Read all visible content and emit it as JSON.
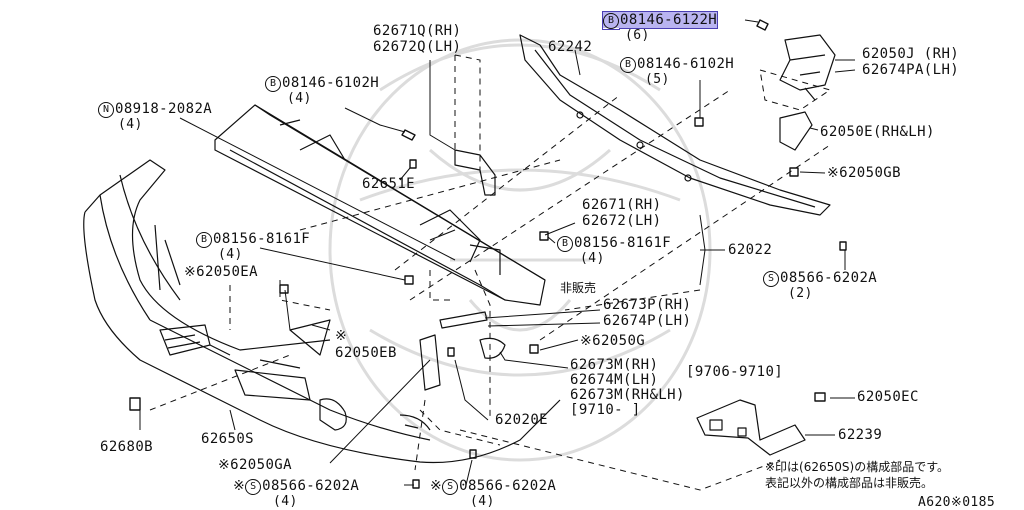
{
  "diagram": {
    "parts": [
      {
        "symbol": "B",
        "number": "08146-6122H",
        "qty": "(6)",
        "highlighted": true
      },
      {
        "number": "62242"
      },
      {
        "number": "62050J (RH)",
        "number2": "62674PA(LH)"
      },
      {
        "number": "62671Q(RH)",
        "number2": "62672Q(LH)"
      },
      {
        "symbol": "B",
        "number": "08146-6102H",
        "qty": "(4)"
      },
      {
        "symbol": "B",
        "number": "08146-6102H",
        "qty": "(5)"
      },
      {
        "symbol": "N",
        "number": "08918-2082A",
        "qty": "(4)"
      },
      {
        "number": "62050E(RH&LH)"
      },
      {
        "number": "62651E"
      },
      {
        "mark": "※",
        "number": "62050GB"
      },
      {
        "number": "62671(RH)",
        "number2": "62672(LH)"
      },
      {
        "number": "62022"
      },
      {
        "symbol": "B",
        "number": "08156-8161F",
        "qty": "(4)"
      },
      {
        "symbol": "B",
        "number": "08156-8161F",
        "qty": "(4)"
      },
      {
        "symbol": "S",
        "number": "08566-6202A",
        "qty": "(2)"
      },
      {
        "mark": "※",
        "number": "62050EA"
      },
      {
        "text": "非販売"
      },
      {
        "number": "62673P(RH)",
        "number2": "62674P(LH)"
      },
      {
        "mark": "※",
        "number": "62050EB"
      },
      {
        "mark": "※",
        "number": "62050G"
      },
      {
        "number": "62673M(RH)",
        "number2": "62674M(LH)",
        "number3": "62673M(RH&LH)",
        "date1": "[9706-9710]",
        "date2": "[9710-    ]"
      },
      {
        "number": "62050EC"
      },
      {
        "number": "62680B"
      },
      {
        "number": "62650S"
      },
      {
        "number": "62020E"
      },
      {
        "number": "62239"
      },
      {
        "mark": "※",
        "number": "62050GA"
      },
      {
        "mark": "※",
        "symbol": "S",
        "number": "08566-6202A",
        "qty": "(4)"
      },
      {
        "mark": "※",
        "symbol": "S",
        "number": "08566-6202A",
        "qty": "(4)"
      }
    ],
    "notes": [
      "※印は(62650S)の構成部品です。",
      "表記以外の構成部品は非販売。"
    ],
    "figure_code": "A620※0185"
  },
  "colors": {
    "line": "#111111",
    "highlight_fill": "#b9b4f0",
    "highlight_border": "#4a3fb3",
    "watermark": "#d8d8d8"
  }
}
